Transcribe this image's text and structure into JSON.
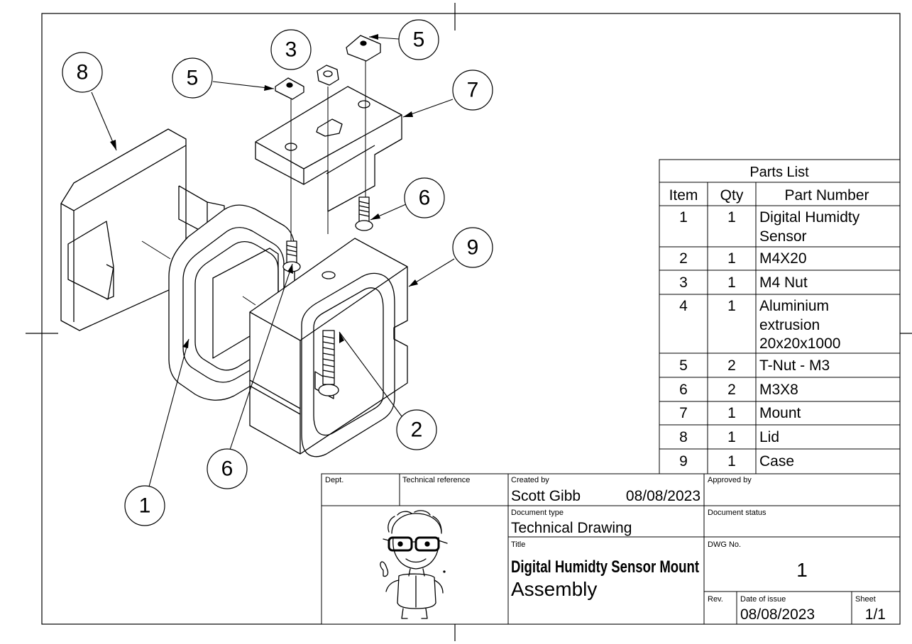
{
  "balloons": [
    "8",
    "5",
    "3",
    "5",
    "7",
    "6",
    "9",
    "2",
    "6",
    "1"
  ],
  "parts_list": {
    "title": "Parts List",
    "headers": [
      "Item",
      "Qty",
      "Part Number"
    ],
    "rows": [
      {
        "item": "1",
        "qty": "1",
        "part": [
          "Digital Humidty",
          "Sensor"
        ]
      },
      {
        "item": "2",
        "qty": "1",
        "part": [
          "M4X20"
        ]
      },
      {
        "item": "3",
        "qty": "1",
        "part": [
          "M4 Nut"
        ]
      },
      {
        "item": "4",
        "qty": "1",
        "part": [
          "Aluminium",
          "extrusion",
          "20x20x1000"
        ]
      },
      {
        "item": "5",
        "qty": "2",
        "part": [
          "T-Nut - M3"
        ]
      },
      {
        "item": "6",
        "qty": "2",
        "part": [
          "M3X8"
        ]
      },
      {
        "item": "7",
        "qty": "1",
        "part": [
          "Mount"
        ]
      },
      {
        "item": "8",
        "qty": "1",
        "part": [
          "Lid"
        ]
      },
      {
        "item": "9",
        "qty": "1",
        "part": [
          "Case"
        ]
      }
    ]
  },
  "title_block": {
    "dept_label": "Dept.",
    "tech_ref_label": "Technical reference",
    "created_by_label": "Created by",
    "created_by": "Scott Gibb",
    "created_date": "08/08/2023",
    "approved_by_label": "Approved by",
    "doc_type_label": "Document type",
    "doc_type": "Technical Drawing",
    "doc_status_label": "Document status",
    "title_label": "Title",
    "title_line1": "Digital Humidty Sensor Mount",
    "title_line2": "Assembly",
    "dwg_no_label": "DWG No.",
    "dwg_no": "1",
    "rev_label": "Rev.",
    "date_of_issue_label": "Date of issue",
    "date_of_issue": "08/08/2023",
    "sheet_label": "Sheet",
    "sheet": "1/1"
  }
}
